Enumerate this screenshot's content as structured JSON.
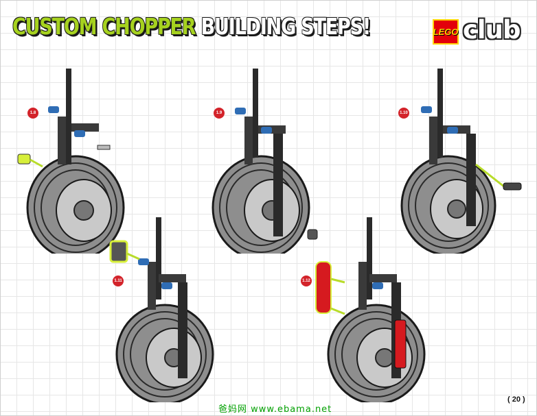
{
  "header": {
    "title_green": "CUSTOM CHOPPER",
    "title_white": "BUILDING STEPS!"
  },
  "logo": {
    "brand": "LEGO",
    "club": "club"
  },
  "steps": [
    {
      "label": "1.8"
    },
    {
      "label": "1.9"
    },
    {
      "label": "1.10"
    },
    {
      "label": "1.11"
    },
    {
      "label": "1.12"
    }
  ],
  "watermark": "爸妈网 www.ebama.net",
  "footer": {
    "page_number": "( 20 )"
  },
  "colors": {
    "title_green": "#a6d21f",
    "badge_red": "#d3232a",
    "part_blue": "#2f6db5",
    "highlight_yellow": "#d7ef3a",
    "part_red": "#d61a1f",
    "tire_gray": "#9a9a9a",
    "frame_black": "#2a2a2a"
  }
}
